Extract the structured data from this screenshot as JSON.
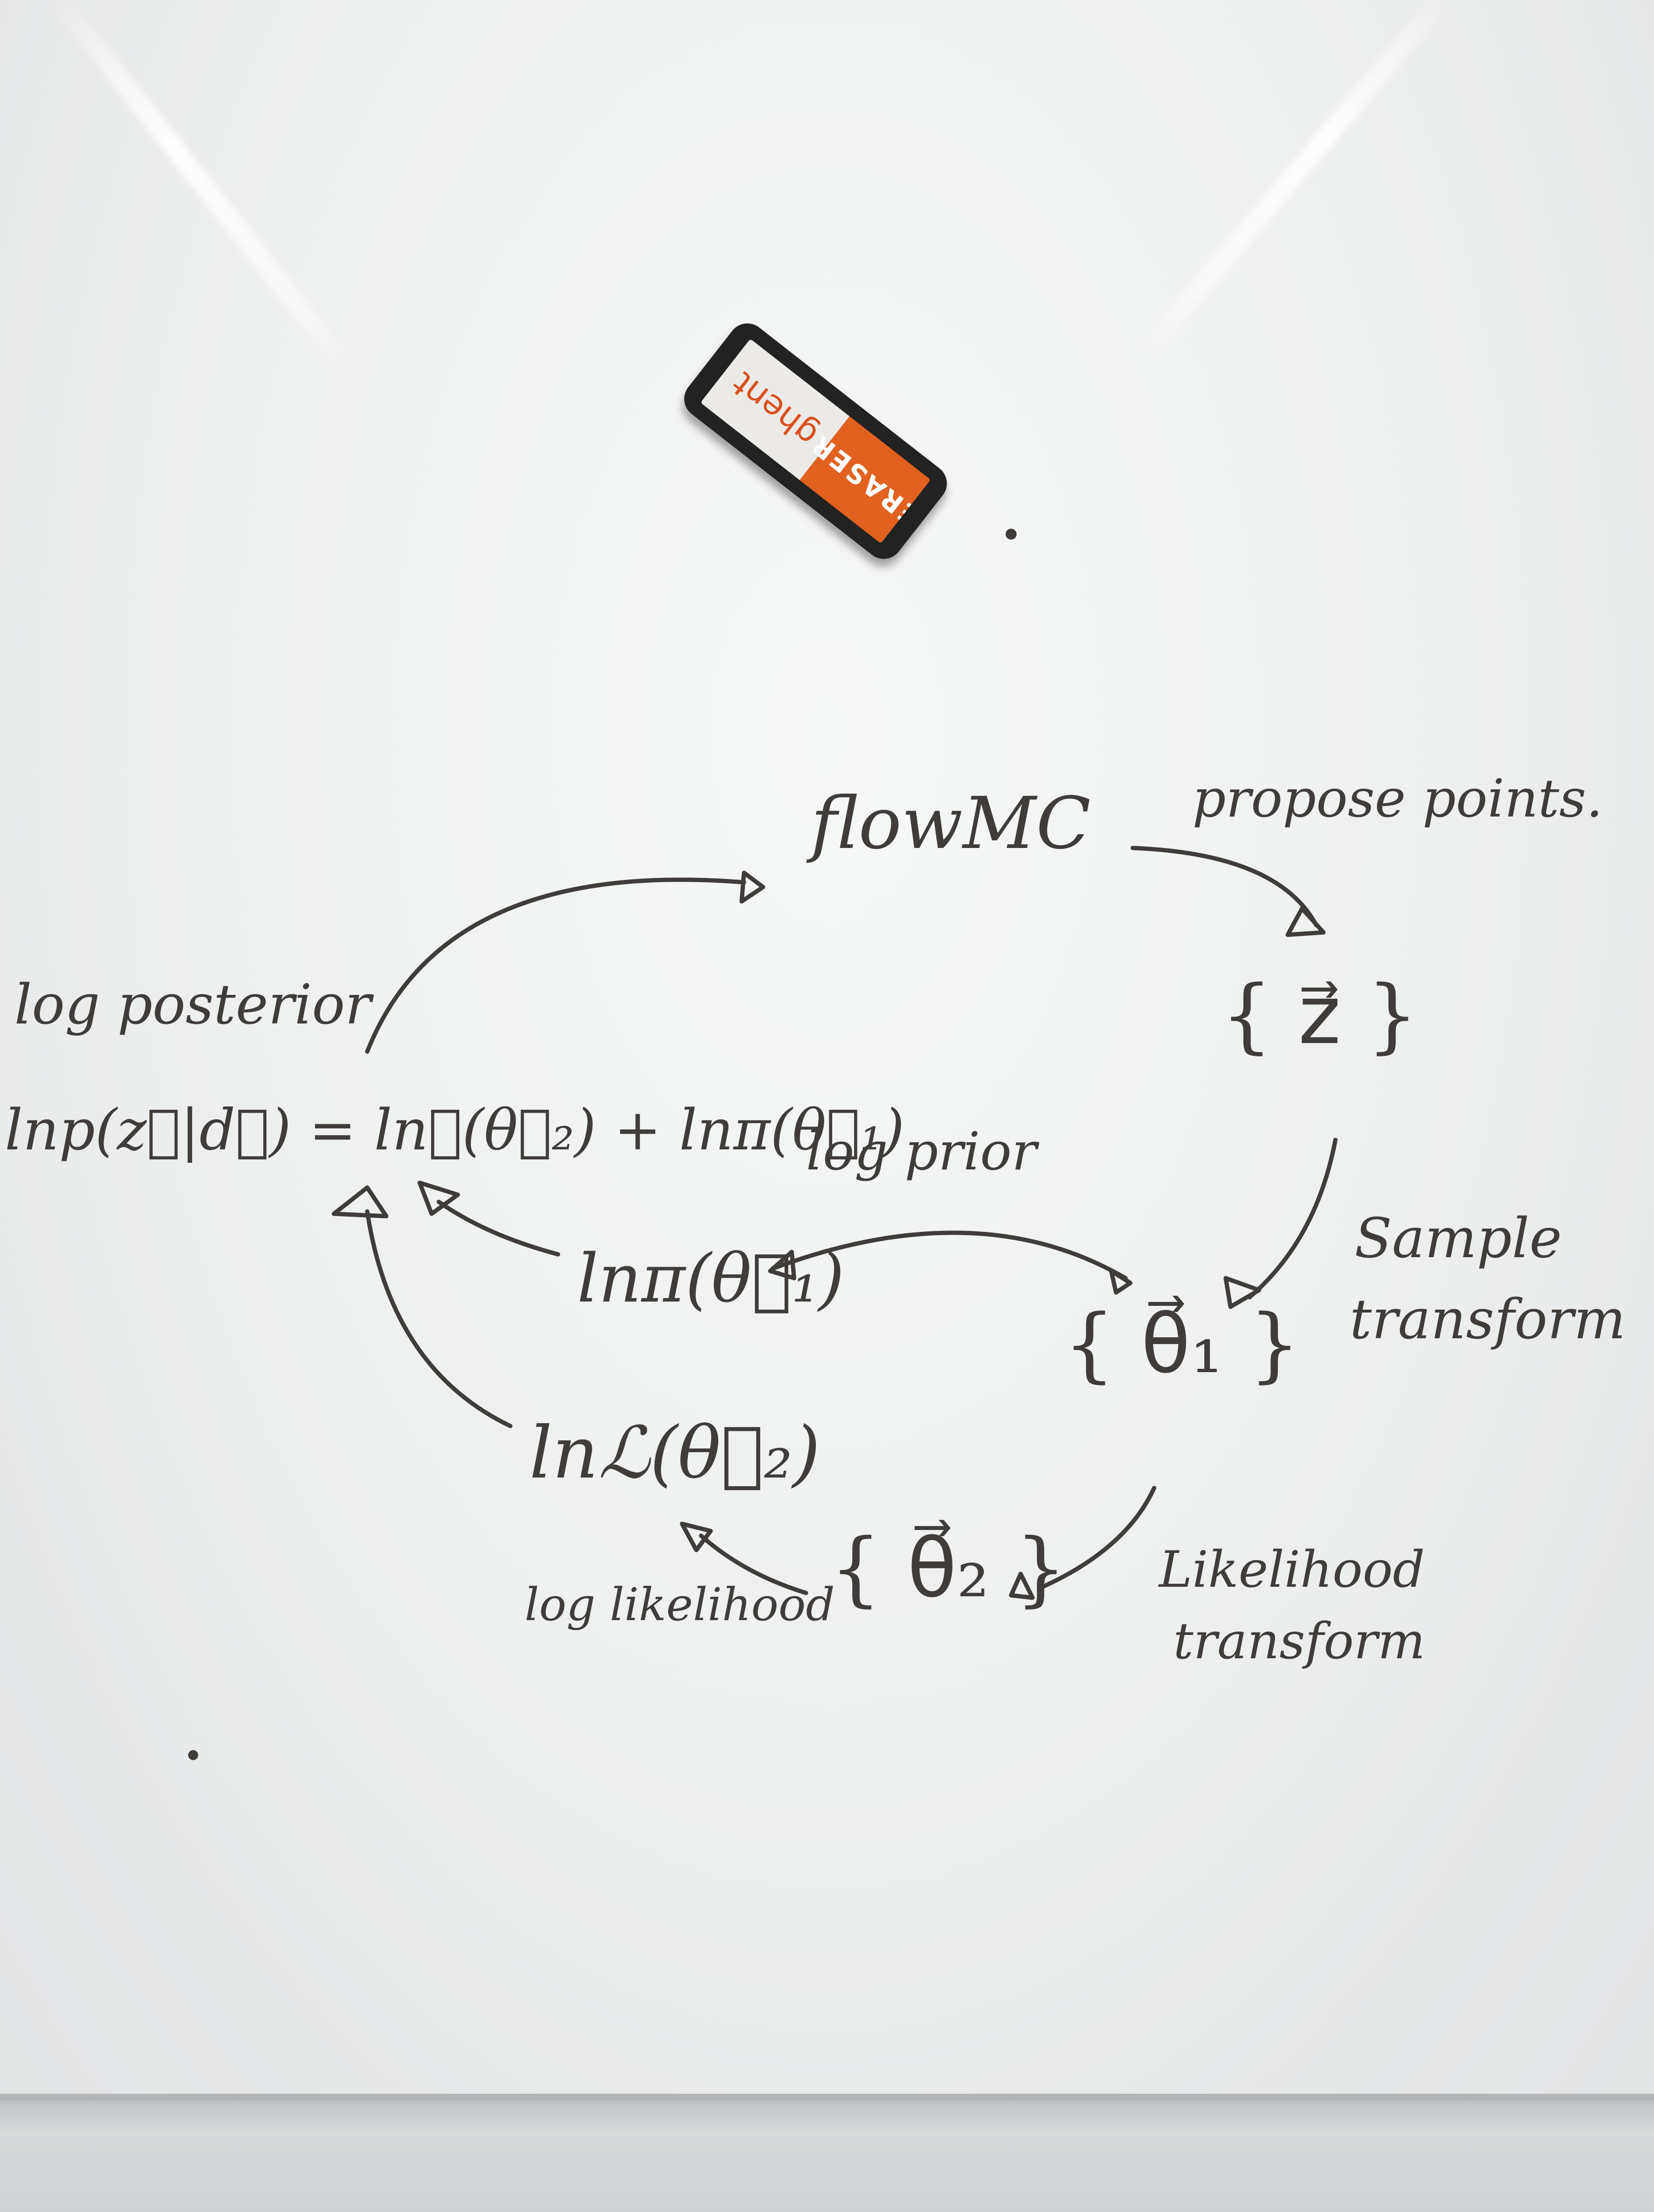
{
  "eraser": {
    "brand": "ghent",
    "label": "ERASER"
  },
  "notes": {
    "flowmc": "flowMC",
    "propose": "propose points.",
    "z_set": "{ z⃗ }",
    "sample_transform_1": "Sample",
    "sample_transform_2": "transform",
    "theta1_set": "{ θ⃗₁ }",
    "likelihood_transform_1": "Likelihood",
    "likelihood_transform_2": "transform",
    "theta2_set": "{ θ⃗₂ }",
    "log_likelihood": "log likelihood",
    "ln_likelihood": "lnℒ(θ⃗₂)",
    "log_prior": "log prior",
    "ln_prior": "lnπ(θ⃗₁)",
    "log_posterior": "log posterior",
    "posterior_eq": "lnp(z⃗|d⃗) = lnℒ(θ⃗₂) + lnπ(θ⃗₁)"
  },
  "ink_color": "#3f3c3a",
  "accent": "#e2611f"
}
